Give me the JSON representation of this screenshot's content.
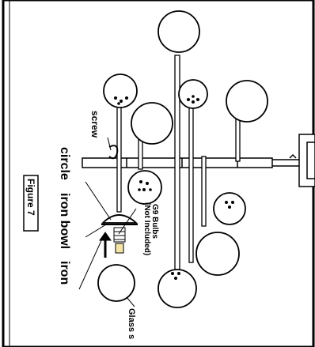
{
  "figure": {
    "caption": "Figure 7",
    "labels": {
      "screw": "screw",
      "circle": "circle",
      "iron_bowl": "iron bowl",
      "iron": "iron",
      "g9_bulbs": "G9 Bulbs",
      "not_included": "(Not Included)",
      "glass": "Glass s"
    }
  },
  "colors": {
    "line": "#000000",
    "background": "#ffffff"
  }
}
